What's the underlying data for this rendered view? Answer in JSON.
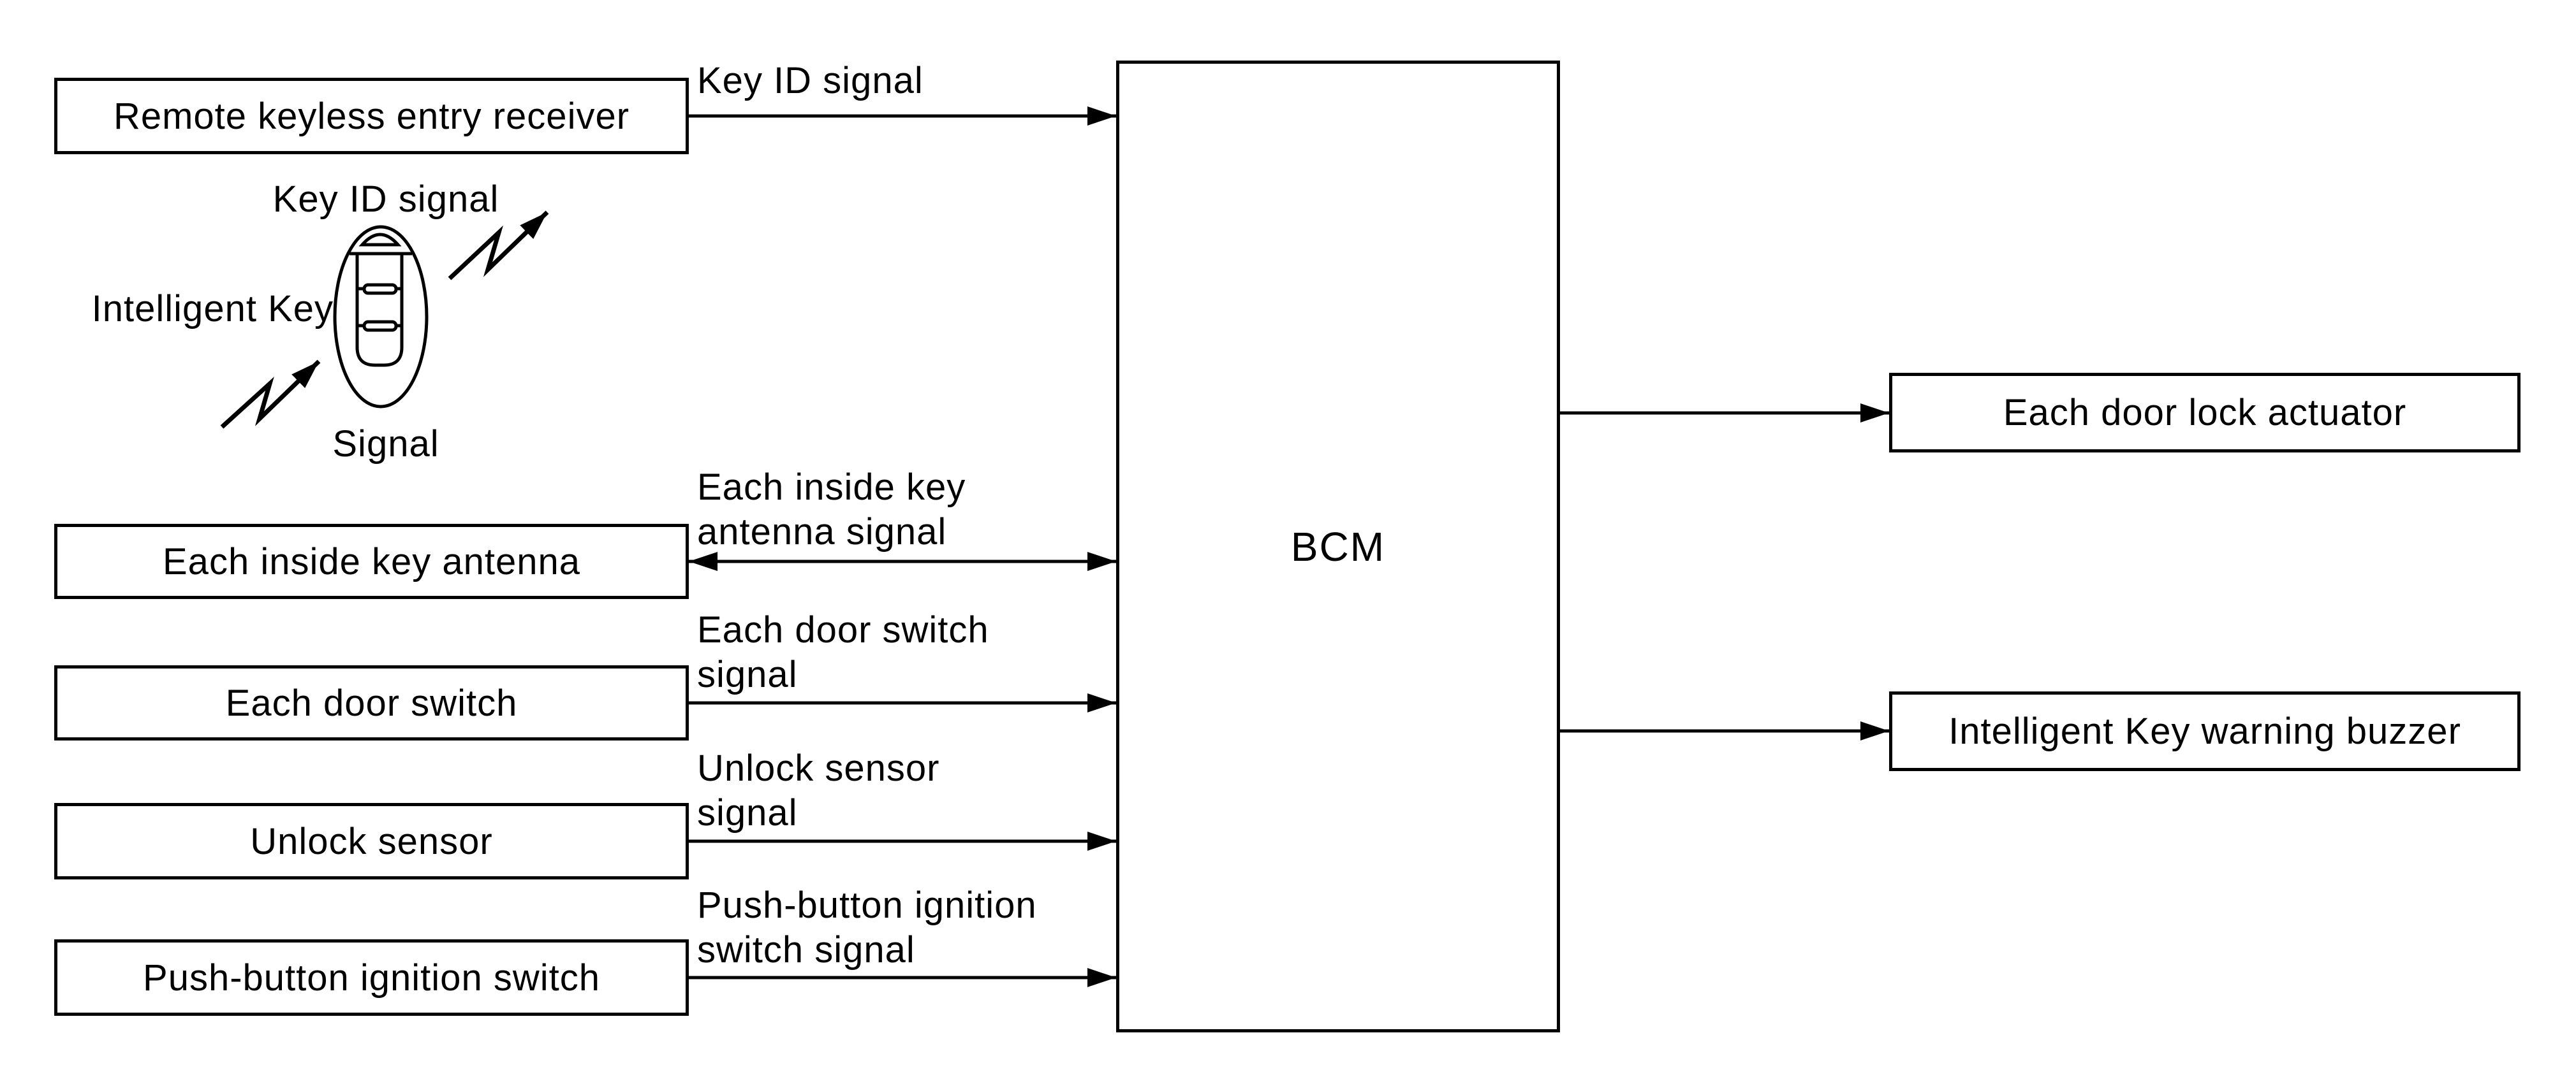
{
  "colors": {
    "ink": "#000000",
    "background": "#ffffff"
  },
  "diagram": {
    "center_module": {
      "label": "BCM"
    },
    "inputs": [
      {
        "label": "Remote keyless entry receiver",
        "signal": [
          "Key ID signal"
        ],
        "direction": "to-bcm"
      },
      {
        "label": "Each inside key antenna",
        "signal": [
          "Each inside key",
          "antenna signal"
        ],
        "direction": "bidirectional"
      },
      {
        "label": "Each door switch",
        "signal": [
          "Each door switch",
          "signal"
        ],
        "direction": "to-bcm"
      },
      {
        "label": "Unlock sensor",
        "signal": [
          "Unlock sensor",
          "signal"
        ],
        "direction": "to-bcm"
      },
      {
        "label": "Push-button ignition switch",
        "signal": [
          "Push-button ignition",
          "switch signal"
        ],
        "direction": "to-bcm"
      }
    ],
    "outputs": [
      {
        "label": "Each door lock actuator",
        "direction": "from-bcm"
      },
      {
        "label": "Intelligent Key warning buzzer",
        "direction": "from-bcm"
      }
    ],
    "key_fob": {
      "top_label": "Key ID signal",
      "left_label": "Intelligent Key",
      "bottom_label": "Signal"
    }
  }
}
